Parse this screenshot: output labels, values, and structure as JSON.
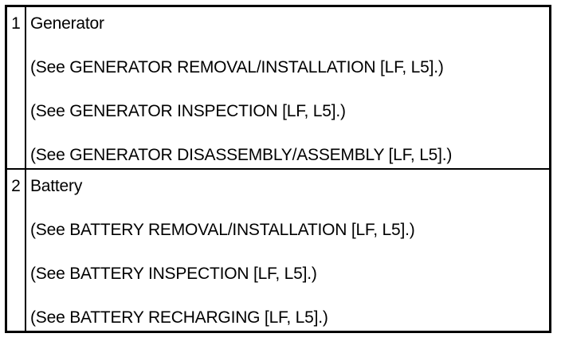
{
  "table": {
    "rows": [
      {
        "number": "1",
        "title": "Generator",
        "refs": [
          "(See GENERATOR REMOVAL/INSTALLATION [LF, L5].)",
          "(See GENERATOR INSPECTION [LF, L5].)",
          "(See GENERATOR DISASSEMBLY/ASSEMBLY [LF, L5].)"
        ]
      },
      {
        "number": "2",
        "title": "Battery",
        "refs": [
          "(See BATTERY REMOVAL/INSTALLATION [LF, L5].)",
          "(See BATTERY INSPECTION [LF, L5].)",
          "(See BATTERY RECHARGING [LF, L5].)"
        ]
      }
    ]
  }
}
